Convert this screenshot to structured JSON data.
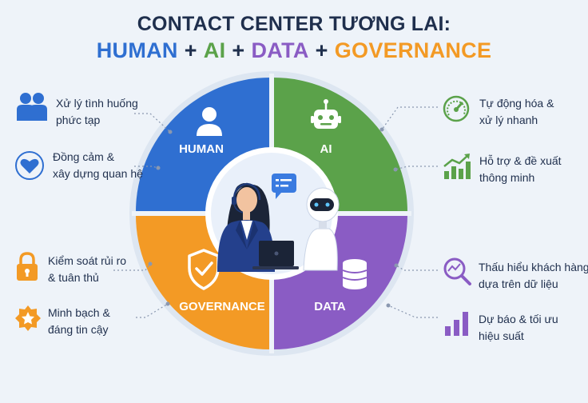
{
  "title": {
    "line1": "CONTACT CENTER TƯƠNG LAI:",
    "human": "HUMAN",
    "ai": "AI",
    "data": "DATA",
    "governance": "GOVERNANCE",
    "plus": "+"
  },
  "quadrants": {
    "human": "HUMAN",
    "ai": "AI",
    "data": "DATA",
    "governance": "GOVERNANCE"
  },
  "features": {
    "left": [
      {
        "line1": "Xử lý tình huống",
        "line2": "phức tạp",
        "icon": "people-icon"
      },
      {
        "line1": "Đồng cảm &",
        "line2": "xây dựng quan hệ",
        "icon": "heart-icon"
      },
      {
        "line1": "Kiểm soát rủi ro",
        "line2": "& tuân thủ",
        "icon": "lock-icon"
      },
      {
        "line1": "Minh bạch &",
        "line2": "đáng tin cậy",
        "icon": "badge-icon"
      }
    ],
    "right": [
      {
        "line1": "Tự động hóa &",
        "line2": "xử lý nhanh",
        "icon": "speedometer-icon"
      },
      {
        "line1": "Hỗ trợ & đề xuất",
        "line2": "thông minh",
        "icon": "growth-chart-icon"
      },
      {
        "line1": "Thấu hiểu khách hàng",
        "line2": "dựa trên dữ liệu",
        "icon": "analytics-search-icon"
      },
      {
        "line1": "Dự báo & tối ưu",
        "line2": "hiệu suất",
        "icon": "bar-chart-icon"
      }
    ]
  },
  "colors": {
    "human": "#2f6fd1",
    "ai": "#5ba24a",
    "data": "#8a5cc4",
    "governance": "#f39a25",
    "navy": "#1f2f4d"
  }
}
